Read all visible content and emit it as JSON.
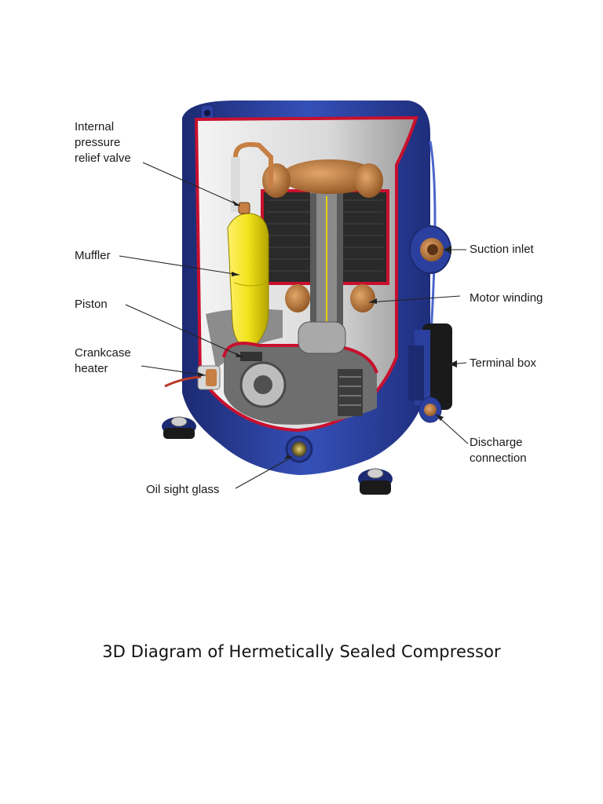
{
  "labels": {
    "relief_valve": "Internal\npressure\nrelief valve",
    "muffler": "Muffler",
    "piston": "Piston",
    "crankcase_heater": "Crankcase\nheater",
    "oil_sight_glass": "Oil sight glass",
    "suction_inlet": "Suction inlet",
    "motor_winding": "Motor winding",
    "terminal_box": "Terminal box",
    "discharge_connection": "Discharge\nconnection"
  },
  "caption": "3D Diagram of Hermetically Sealed Compressor",
  "colors": {
    "shell": "#2b3f9e",
    "shell_dark": "#1c2a72",
    "cutaway_edge": "#c8102e",
    "muffler": "#f2e31b",
    "copper": "#b8743a",
    "stator": "#2a2a2a"
  }
}
